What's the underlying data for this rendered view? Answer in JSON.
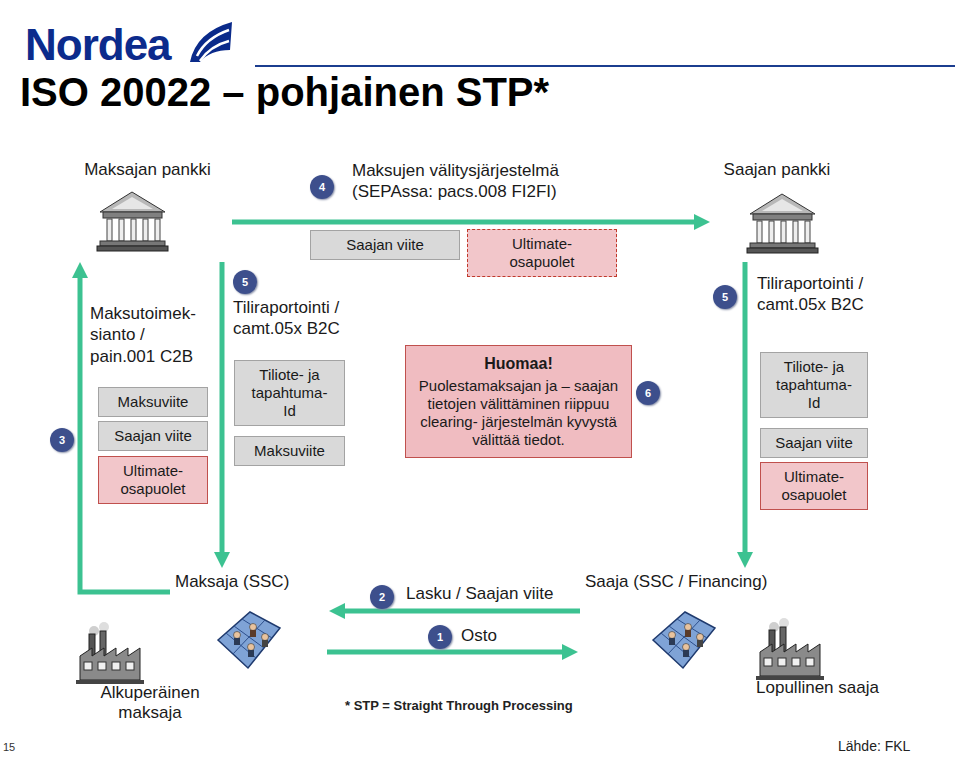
{
  "diagram": {
    "title": "ISO 20022 – pohjainen STP*",
    "nodes": [
      {
        "text": [
          "Maksajan pankki"
        ]
      },
      {
        "text": [
          "Saajan pankki"
        ]
      },
      {
        "text": [
          "Saajan viite"
        ]
      },
      {
        "text": [
          "Ultimate- osapuolet"
        ]
      },
      {
        "text": [
          "Maksuviite"
        ]
      },
      {
        "text": [
          "Saajan viite"
        ]
      },
      {
        "text": [
          "Ultimate- osapuolet"
        ]
      },
      {
        "text": [
          "Tiliote- ja tapahtuma- Id"
        ]
      },
      {
        "text": [
          "Maksuviite"
        ]
      },
      {
        "text": [
          "Huomaa!",
          "Puolestamaksajan ja – saajan tietojen välittäminen riippuu clearing- järjestelmän kyvystä välittää tiedot."
        ]
      },
      {
        "text": [
          "Tiliote- ja tapahtuma- Id"
        ]
      },
      {
        "text": [
          "Saajan viite"
        ]
      },
      {
        "text": [
          "Ultimate- osapuolet"
        ]
      },
      {
        "text": [
          "Maksaja (SSC)"
        ]
      },
      {
        "text": [
          "Saaja (SSC / Financing)"
        ]
      },
      {
        "text": [
          "Alkuperäinen maksaja"
        ]
      },
      {
        "text": [
          "Lopullinen saaja"
        ]
      }
    ],
    "edges": [
      {
        "from": 0,
        "to": 1,
        "arrow": "to",
        "label": "Maksujen välitysjärjestelmä (SEPAssa: pacs.008 FI2FI)"
      },
      {
        "from": 13,
        "to": 0,
        "arrow": "to",
        "label": "Maksutoimek- sianto / pain.001 C2B"
      },
      {
        "from": 0,
        "to": 13,
        "arrow": "to",
        "label": "Tiliraportointi / camt.05x B2C"
      },
      {
        "from": 1,
        "to": 14,
        "arrow": "to",
        "label": "Tiliraportointi / camt.05x B2C"
      },
      {
        "from": 14,
        "to": 13,
        "arrow": "to",
        "label": "Lasku / Saajan viite"
      },
      {
        "from": 13,
        "to": 14,
        "arrow": "to",
        "label": "Osto"
      }
    ],
    "labels": [
      "Nordea",
      "4",
      "3",
      "5",
      "5",
      "6",
      "2",
      "1",
      "* STP = Straight Through Processing",
      "15",
      "Lähde: FKL"
    ]
  }
}
